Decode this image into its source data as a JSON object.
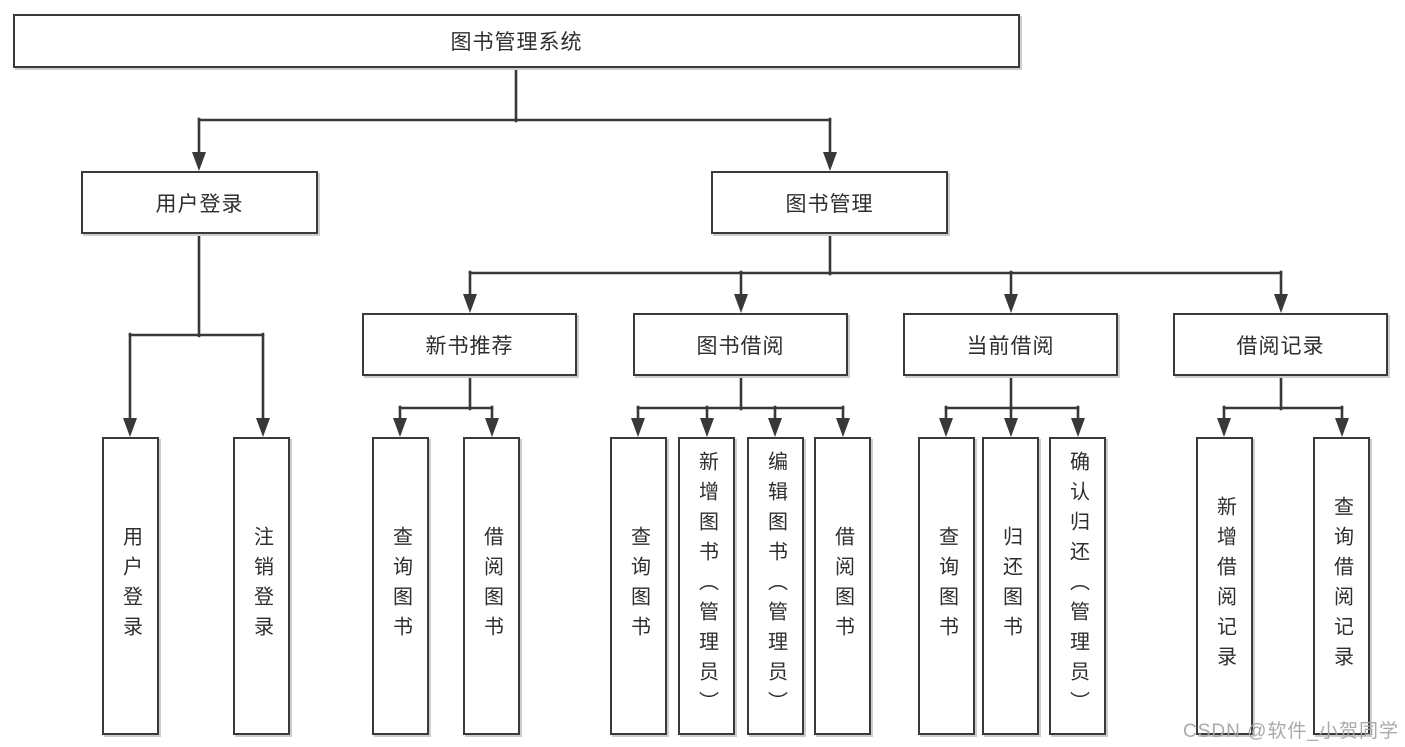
{
  "tree": {
    "label": "图书管理系统",
    "children": [
      {
        "label": "用户登录",
        "children": [
          {
            "label": "用户登录"
          },
          {
            "label": "注销登录"
          }
        ]
      },
      {
        "label": "图书管理",
        "children": [
          {
            "label": "新书推荐",
            "children": [
              {
                "label": "查询图书"
              },
              {
                "label": "借阅图书"
              }
            ]
          },
          {
            "label": "图书借阅",
            "children": [
              {
                "label": "查询图书"
              },
              {
                "label": "新增图书（管理员）"
              },
              {
                "label": "编辑图书（管理员）"
              },
              {
                "label": "借阅图书"
              }
            ]
          },
          {
            "label": "当前借阅",
            "children": [
              {
                "label": "查询图书"
              },
              {
                "label": "归还图书"
              },
              {
                "label": "确认归还（管理员）"
              }
            ]
          },
          {
            "label": "借阅记录",
            "children": [
              {
                "label": "新增借阅记录"
              },
              {
                "label": "查询借阅记录"
              }
            ]
          }
        ]
      }
    ]
  },
  "watermark": {
    "text": "CSDN @软件_小贺同学"
  },
  "colors": {
    "line": "#383838",
    "box_border": "#3a3a3a",
    "box_fill": "#ffffff",
    "text": "#2e2e2e",
    "watermark": "#a5a5a5",
    "background": "#ffffff"
  }
}
